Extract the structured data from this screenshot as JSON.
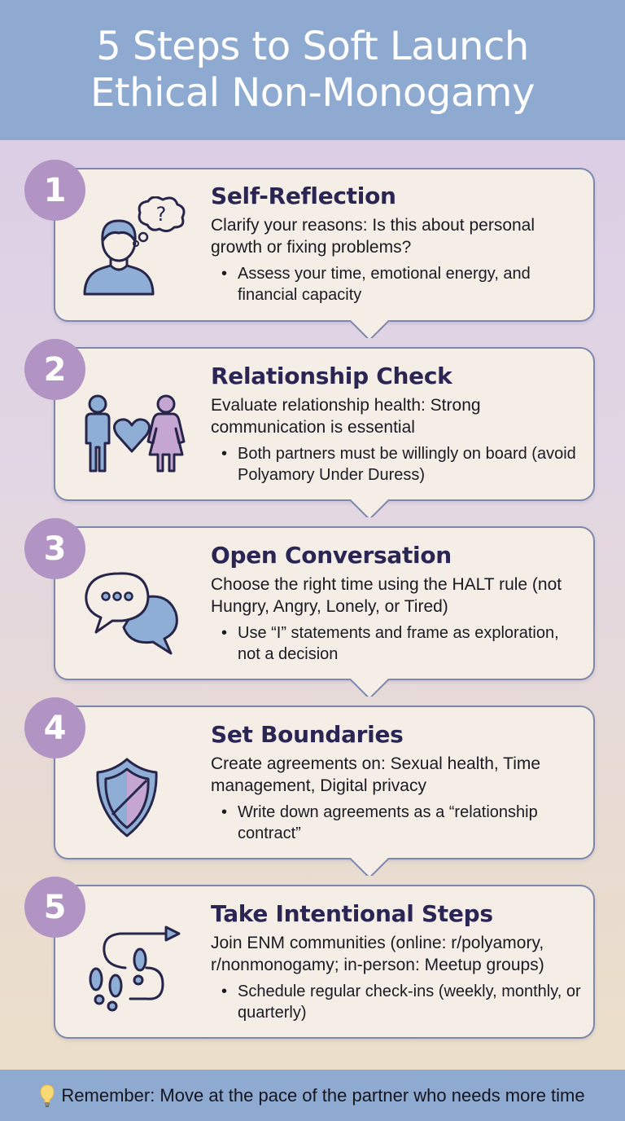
{
  "header": {
    "title_line1": "5 Steps to Soft Launch",
    "title_line2": "Ethical Non-Monogamy"
  },
  "colors": {
    "header_bg": "#8eaad0",
    "badge_bg": "#b194c4",
    "card_bg": "#f4eee6",
    "card_border": "#7d87ad",
    "title_color": "#2a2553",
    "icon_blue": "#8eaed6",
    "icon_purple": "#c5a6d2",
    "icon_stroke": "#27254a"
  },
  "steps": [
    {
      "number": "1",
      "icon": "thinking-person-icon",
      "title": "Self-Reflection",
      "description": "Clarify your reasons: Is this about personal growth or fixing problems?",
      "bullet": "Assess your time, emotional energy, and financial capacity"
    },
    {
      "number": "2",
      "icon": "couple-heart-icon",
      "title": "Relationship Check",
      "description": "Evaluate relationship health: Strong communication is essential",
      "bullet": "Both partners must be willingly on board (avoid Polyamory Under Duress)"
    },
    {
      "number": "3",
      "icon": "speech-bubbles-icon",
      "title": "Open Conversation",
      "description": "Choose the right time using the HALT rule (not Hungry, Angry, Lonely, or Tired)",
      "bullet": "Use “I” statements and frame as exploration, not a decision"
    },
    {
      "number": "4",
      "icon": "shield-icon",
      "title": "Set Boundaries",
      "description": "Create agreements on: Sexual health, Time management, Digital privacy",
      "bullet": "Write down agreements as a “relationship contract”"
    },
    {
      "number": "5",
      "icon": "footsteps-path-icon",
      "title": "Take Intentional Steps",
      "description": "Join ENM communities (online: r/polyamory, r/nonmonogamy; in-person: Meetup groups)",
      "bullet": "Schedule regular check-ins (weekly, monthly, or quarterly)"
    }
  ],
  "bullet_glyph": "•",
  "footer": {
    "icon": "lightbulb-icon",
    "text": "Remember: Move at the pace of the partner who needs more time"
  }
}
